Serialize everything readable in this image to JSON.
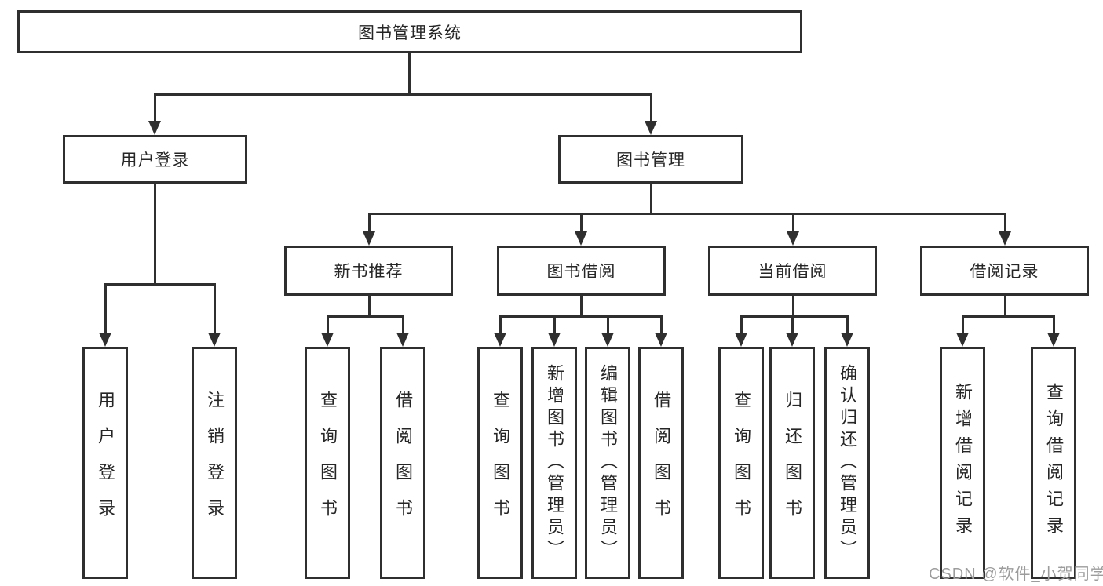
{
  "tree": {
    "root": "图书管理系统",
    "children": [
      {
        "label": "用户登录",
        "children": [
          "用户登录",
          "注销登录"
        ]
      },
      {
        "label": "图书管理",
        "children": [
          {
            "label": "新书推荐",
            "children": [
              "查询图书",
              "借阅图书"
            ]
          },
          {
            "label": "图书借阅",
            "children": [
              "查询图书",
              "新增图书（管理员）",
              "编辑图书（管理员）",
              "借阅图书"
            ]
          },
          {
            "label": "当前借阅",
            "children": [
              "查询图书",
              "归还图书",
              "确认归还（管理员）"
            ]
          },
          {
            "label": "借阅记录",
            "children": [
              "新增借阅记录",
              "查询借阅记录"
            ]
          }
        ]
      }
    ]
  },
  "watermark": {
    "text": "CSDN @软件_小贺同学"
  },
  "colors": {
    "line": "#2f2f2f",
    "text": "#262626",
    "background": "#ffffff",
    "watermark": "#9c9c9c"
  }
}
